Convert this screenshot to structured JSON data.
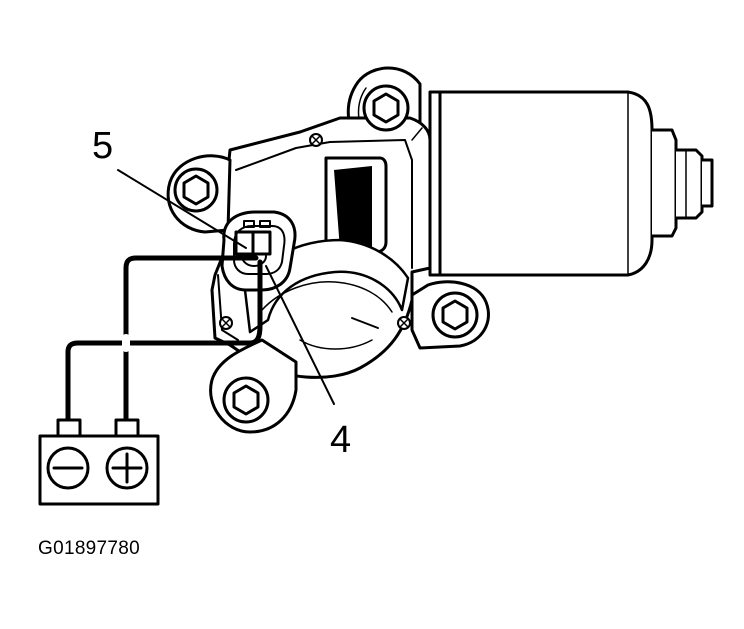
{
  "callouts": {
    "label_5": "5",
    "label_4": "4"
  },
  "battery": {
    "negative_symbol": "minus-symbol",
    "positive_symbol": "plus-symbol"
  },
  "figure_id": "G01897780",
  "colors": {
    "line": "#000000",
    "background": "#ffffff"
  }
}
